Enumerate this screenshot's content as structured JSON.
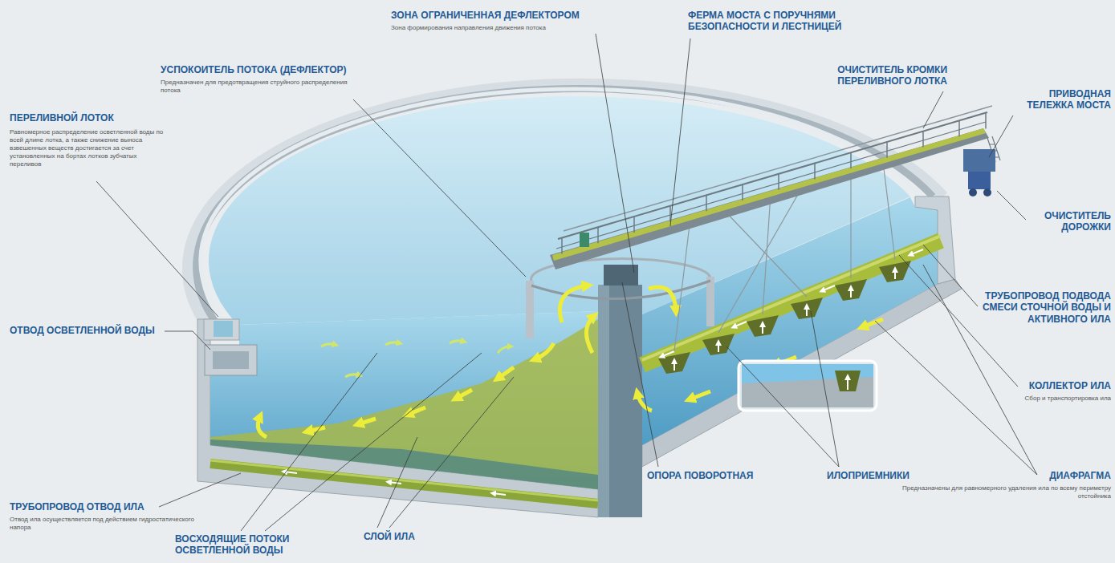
{
  "diagram": {
    "labels": [
      "ЗОНА ОГРАНИЧЕННАЯ ДЕФЛЕКТОРОМ",
      "Зона формирования направления движения потока",
      "ФЕРМА МОСТА С ПОРУЧНЯМИ БЕЗОПАСНОСТИ И ЛЕСТНИЦЕЙ",
      "УСПОКОИТЕЛЬ ПОТОКА (ДЕФЛЕКТОР)",
      "Предназначен для предотвращения струйного распределения потока",
      "ОЧИСТИТЕЛЬ КРОМКИ ПЕРЕЛИВНОГО ЛОТКА",
      "ПРИВОДНАЯ ТЕЛЕЖКА МОСТА",
      "ПЕРЕЛИВНОЙ ЛОТОК",
      "Равномерное распределение осветленной воды по всей длине лотка, а также снижение выноса взвешенных веществ достигается за счет установленных на бортах лотков зубчатых переливов",
      "ОЧИСТИТЕЛЬ ДОРОЖКИ",
      "ТРУБОПРОВОД ПОДВОДА СМЕСИ СТОЧНОЙ ВОДЫ И АКТИВНОГО ИЛА",
      "ОТВОД ОСВЕТЛЕННОЙ ВОДЫ",
      "КОЛЛЕКТОР ИЛА",
      "Сбор и транспортировка ила",
      "ОПОРА ПОВОРОТНАЯ",
      "ИЛОПРИЕМНИКИ",
      "ДИАФРАГМА",
      "Предназначены для равномерного удаления ила по всему периметру отстойника",
      "ТРУБОПРОВОД ОТВОД ИЛА",
      "Отвод ила осуществляется под действием гидростатического напора",
      "СЛОЙ ИЛА",
      "ВОСХОДЯЩИЕ ПОТОКИ ОСВЕТЛЕННОЙ ВОДЫ"
    ]
  }
}
